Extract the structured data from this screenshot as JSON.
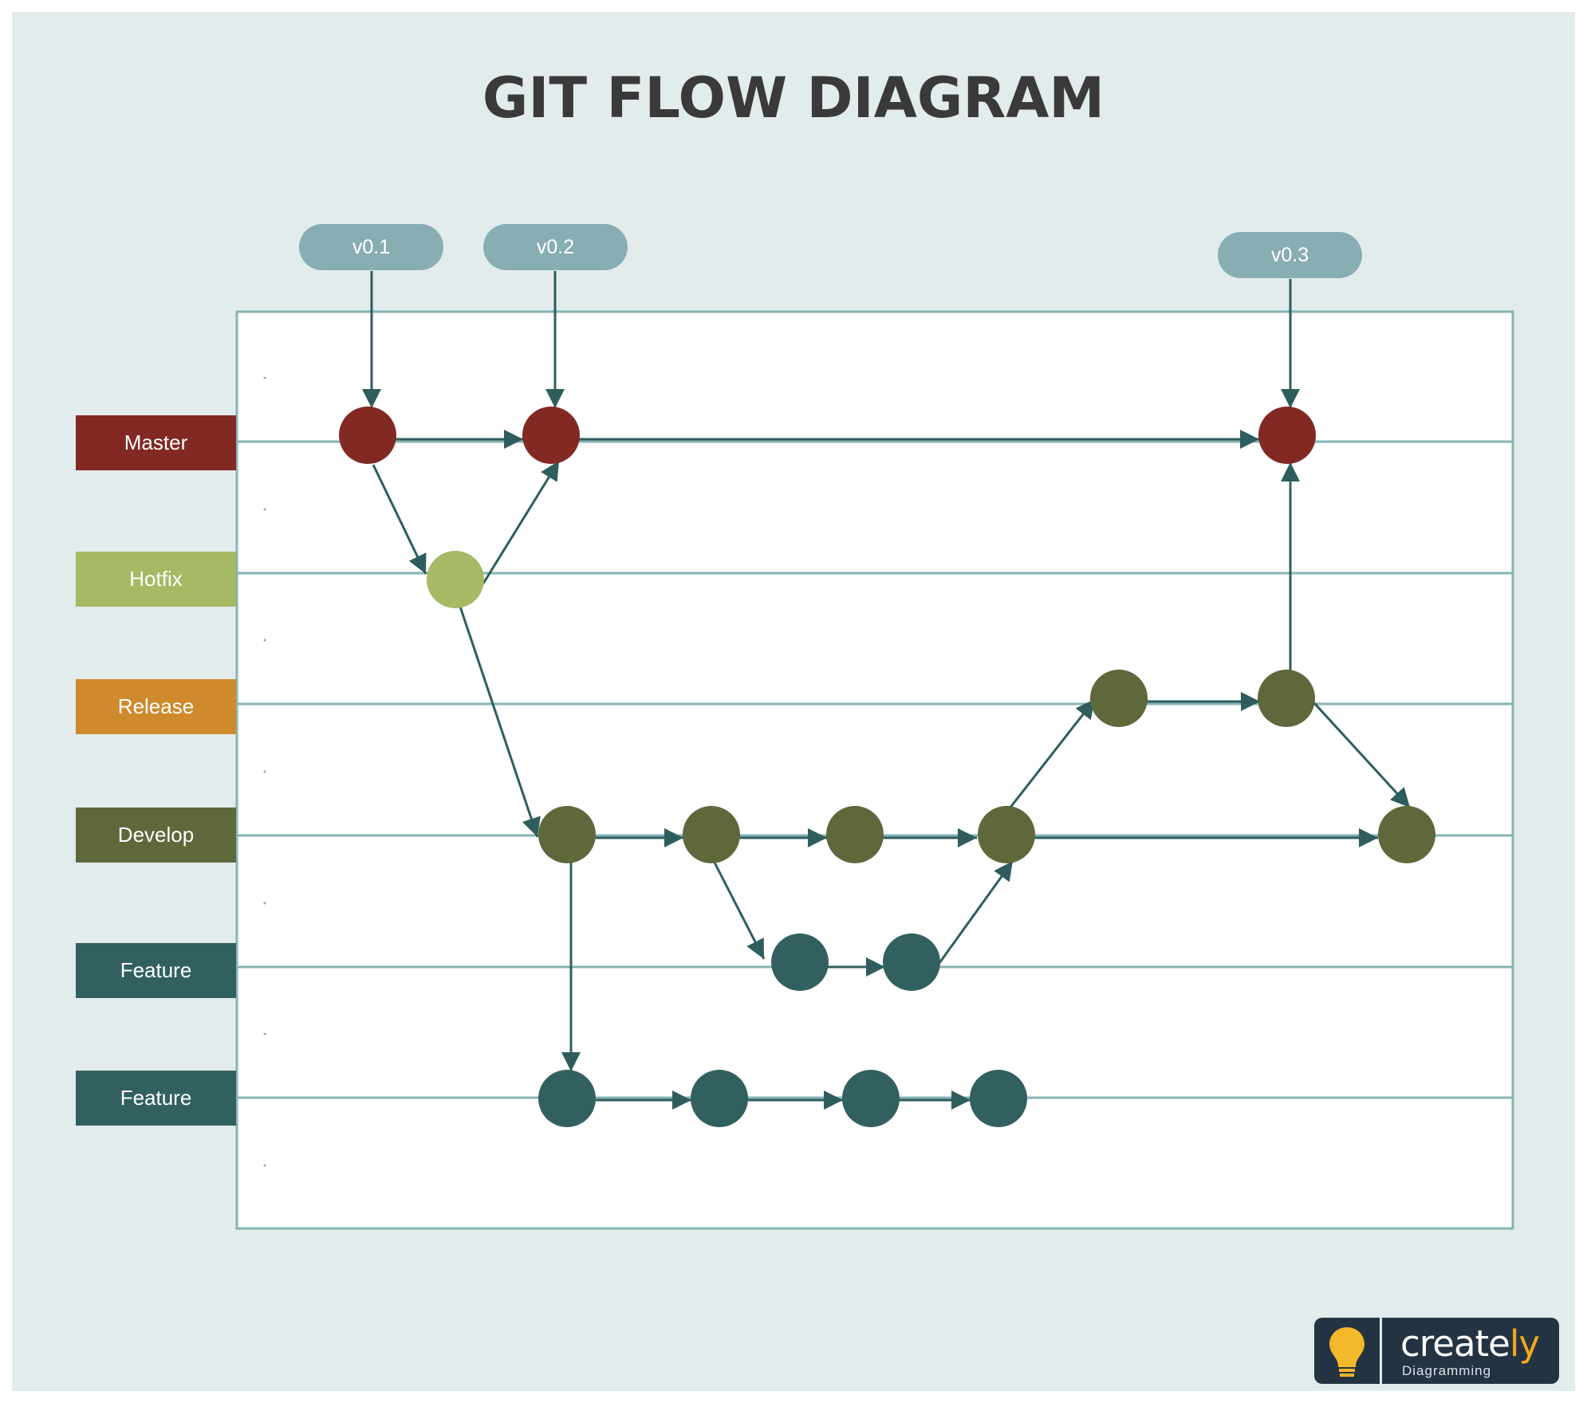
{
  "title": "GIT FLOW DIAGRAM",
  "lanes": [
    {
      "label": "Master",
      "color": "#822923"
    },
    {
      "label": "Hotfix",
      "color": "#a6b964"
    },
    {
      "label": "Release",
      "color": "#ce8a2c"
    },
    {
      "label": "Develop",
      "color": "#5e683b"
    },
    {
      "label": "Feature",
      "color": "#326060"
    },
    {
      "label": "Feature",
      "color": "#326060"
    }
  ],
  "tags": [
    {
      "label": "v0.1"
    },
    {
      "label": "v0.2"
    },
    {
      "label": "v0.3"
    }
  ],
  "colors": {
    "background": "#e2ecec",
    "panel": "#ffffff",
    "panel_border": "#86b3b5",
    "lane_line": "#86b3b5",
    "arrow": "#2f5d5e",
    "tag": "#88aeb4"
  },
  "logo": {
    "brand_main": "create",
    "brand_accent": "ly",
    "tagline": "Diagramming",
    "icon": "lightbulb-icon"
  }
}
